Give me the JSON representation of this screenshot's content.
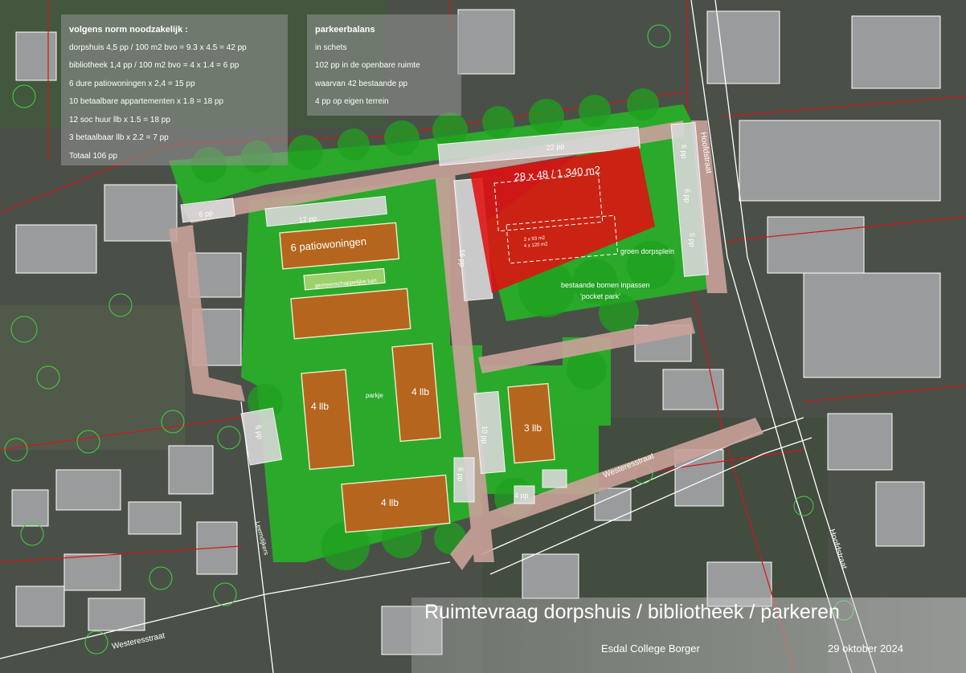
{
  "norm_panel": {
    "title": "volgens norm noodzakelijk :",
    "lines": [
      "dorpshuis 4,5 pp / 100 m2 bvo = 9.3 x 4.5 = 42 pp",
      "bibliotheek 1,4 pp / 100 m2 bvo = 4 x 1.4 = 6 pp",
      "6 dure patiowoningen x 2,4 = 15 pp",
      "10 betaalbare appartementen x 1.8 = 18 pp",
      "12 soc huur llb x 1.5 = 18 pp",
      "3 betaalbaar llb x 2.2 = 7 pp",
      "Totaal 106 pp"
    ]
  },
  "balance_panel": {
    "title": "parkeerbalans",
    "lines": [
      "in schets",
      "102 pp in de openbare ruimte",
      "waarvan 42 bestaande pp",
      "4 pp op eigen terrein"
    ]
  },
  "map_labels": {
    "parking_22": "22 pp",
    "parking_12": "12 pp",
    "parking_6_left": "6 pp",
    "parking_16": "16 pp",
    "parking_10": "10 pp",
    "parking_6_bottom": "6 pp",
    "parking_5": "5 pp",
    "parking_4": "4 pp",
    "parking_6_right_a": "6 pp",
    "parking_6_right_b": "6 pp",
    "parking_5_right": "5 pp",
    "building_dims": "28 x 48  /  1.340 m2",
    "building_detail_1": "2 x 93 m2",
    "building_detail_2": "4 x 120 m2",
    "patio_block": "6 patiowoningen",
    "shared_garden": "gemeenschappelijke tuin",
    "block_4llb_left": "4 llb",
    "block_4llb_mid": "4 llb",
    "block_3llb": "3 llb",
    "block_4llb_bottom": "4 llb",
    "parkje": "parkje",
    "green_square": "groen dorpsplein",
    "existing_trees": "bestaande bomen inpassen",
    "pocket_park": "'pocket park'",
    "street_hoofdstraat_top": "Hoofdstraat",
    "street_hoofdstraat_bottom": "Hoofdstraat",
    "street_westeresstraat_mid": "Westeresstraat",
    "street_westeresstraat_left": "Westeresstraat",
    "street_leemdijkers": "Leemdijkers"
  },
  "title": "Ruimtevraag dorpshuis / bibliotheek / parkeren",
  "footer": {
    "school": "Esdal College Borger",
    "date": "29 oktober 2024"
  },
  "colors": {
    "map_background": "#4a5048",
    "red_zone": "#e01010",
    "green_area": "#27b327",
    "housing_block": "#b5651d",
    "street_pink": "#c9a29a",
    "outline_red": "#d41515"
  }
}
